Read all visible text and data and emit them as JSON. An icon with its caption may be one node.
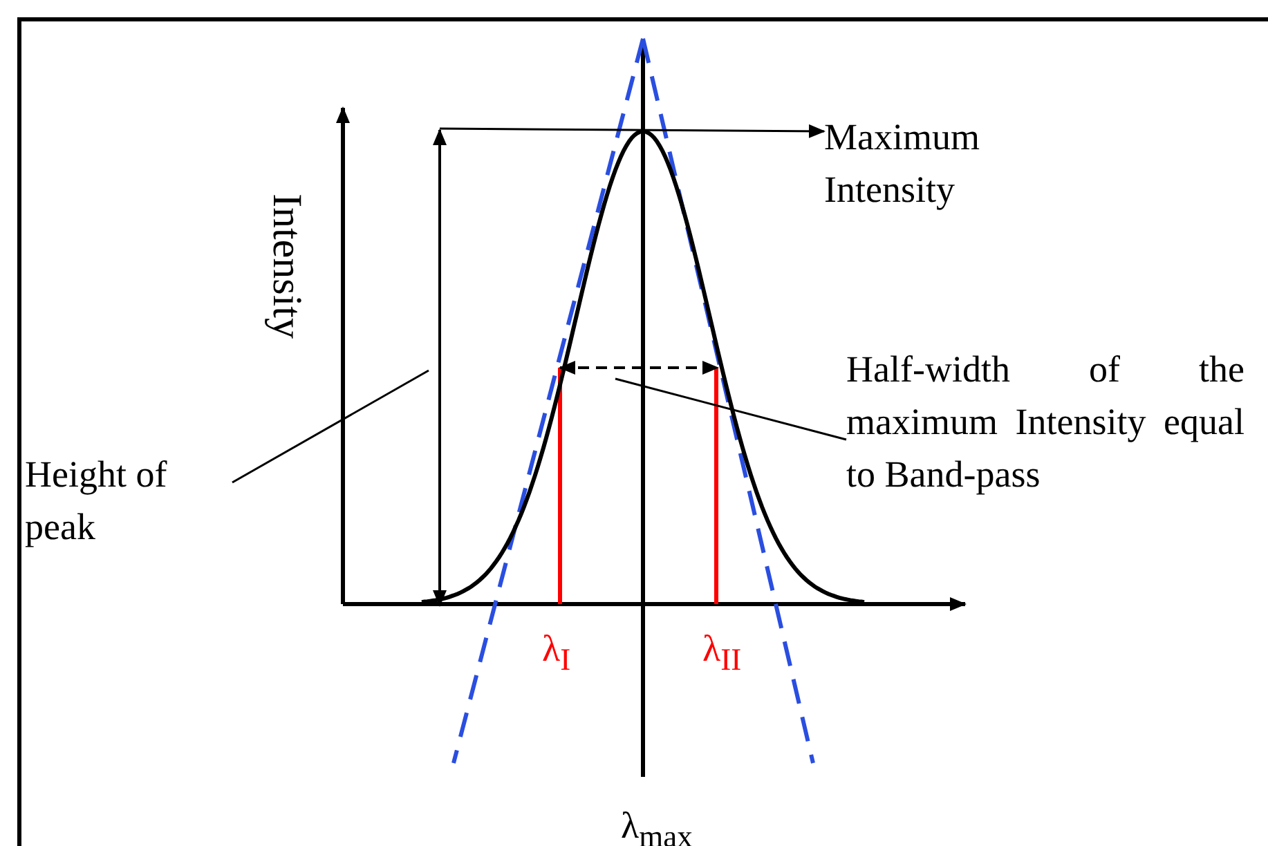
{
  "diagram": {
    "nodes": [
      {
        "text": [
          "Maximum Intensity"
        ]
      },
      {
        "text": [
          "Height of peak"
        ]
      },
      {
        "text": [
          "Half-width of the maximum Intensity equal to Band-pass"
        ]
      },
      {
        "text": [],
        "shape": "line"
      },
      {
        "text": [],
        "shape": "line"
      }
    ],
    "edges": [
      {
        "from": 3,
        "to": 0,
        "arrow": "to"
      },
      {
        "from": 1,
        "to": 3,
        "arrow": "none"
      },
      {
        "from": 2,
        "to": 4,
        "arrow": "none"
      }
    ],
    "labels": [
      "Intensity",
      "λ$_{I}$",
      "λ$_{II}$",
      "λ$_{max}$"
    ]
  }
}
